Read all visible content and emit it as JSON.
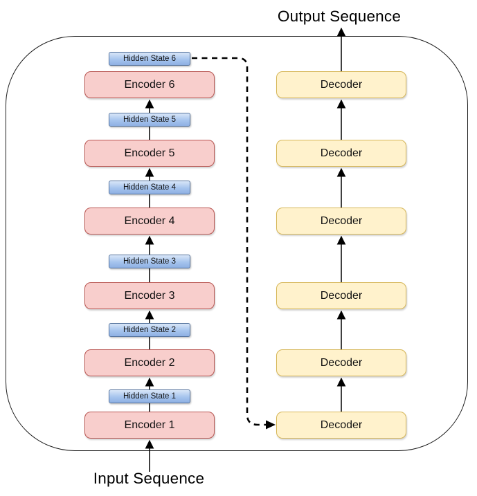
{
  "diagram": {
    "output_label": "Output Sequence",
    "input_label": "Input Sequence",
    "encoders": [
      {
        "label": "Encoder 6"
      },
      {
        "label": "Encoder 5"
      },
      {
        "label": "Encoder 4"
      },
      {
        "label": "Encoder 3"
      },
      {
        "label": "Encoder 2"
      },
      {
        "label": "Encoder 1"
      }
    ],
    "hidden_states": [
      {
        "label": "Hidden State 6"
      },
      {
        "label": "Hidden State 5"
      },
      {
        "label": "Hidden State 4"
      },
      {
        "label": "Hidden State 3"
      },
      {
        "label": "Hidden State 2"
      },
      {
        "label": "Hidden State 1"
      }
    ],
    "decoders": [
      {
        "label": "Decoder"
      },
      {
        "label": "Decoder"
      },
      {
        "label": "Decoder"
      },
      {
        "label": "Decoder"
      },
      {
        "label": "Decoder"
      },
      {
        "label": "Decoder"
      }
    ],
    "connections": {
      "encoder_flow": "Input Sequence → Encoder 1 → Encoder 2 → Encoder 3 → Encoder 4 → Encoder 5 → Encoder 6",
      "hidden_state_placement": "Hidden State N sits on the arrow above Encoder N",
      "decoder_flow": "bottom Decoder → Decoder → Decoder → Decoder → Decoder → top Decoder → Output Sequence",
      "feedback": "Hidden State 6 ⇢ bottom Decoder (dashed arrow)"
    },
    "colors": {
      "encoder_fill": "#F8CECC",
      "encoder_stroke": "#B85450",
      "decoder_fill": "#FFF2CC",
      "decoder_stroke": "#D6B656",
      "hidden_state_fill_top": "#D9E6F8",
      "hidden_state_fill_bottom": "#8EB0E3",
      "hidden_state_stroke": "#56749E",
      "line": "#000000",
      "boundary_stroke": "#1C1C1C"
    }
  }
}
